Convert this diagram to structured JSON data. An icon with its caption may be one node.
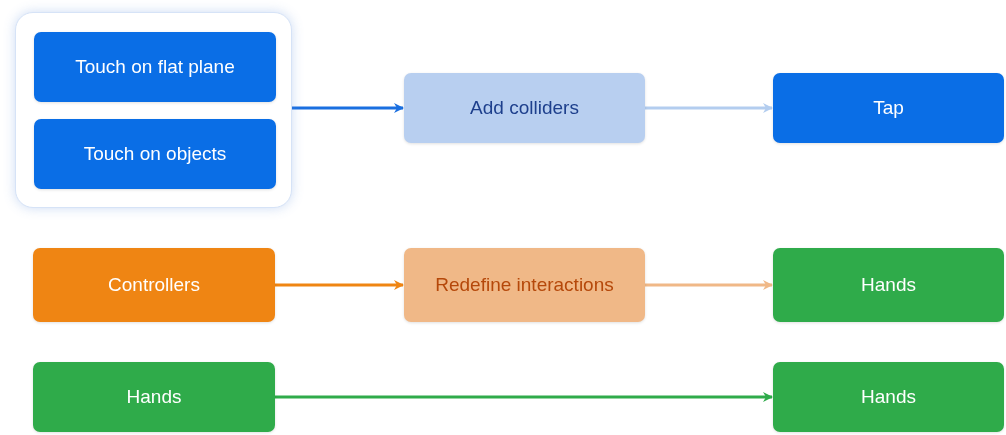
{
  "diagram": {
    "nodes": [
      {
        "text": [],
        "shape": "box"
      },
      {
        "text": [
          "Touch on flat plane"
        ],
        "in": 0
      },
      {
        "text": [
          "Touch on objects"
        ],
        "in": 0
      },
      {
        "text": [
          "Add colliders"
        ]
      },
      {
        "text": [
          "Tap"
        ]
      },
      {
        "text": [
          "Controllers"
        ]
      },
      {
        "text": [
          "Redefine interactions"
        ]
      },
      {
        "text": [
          "Hands"
        ]
      },
      {
        "text": [
          "Hands"
        ]
      },
      {
        "text": [
          "Hands"
        ]
      }
    ],
    "edges": [
      {
        "from": 0,
        "to": 3,
        "arrow": "to",
        "color": "#1a6fe0"
      },
      {
        "from": 3,
        "to": 4,
        "arrow": "to",
        "color": "#b3cdef"
      },
      {
        "from": 5,
        "to": 6,
        "arrow": "to",
        "color": "#ef8513"
      },
      {
        "from": 6,
        "to": 7,
        "arrow": "to",
        "color": "#f0b887"
      },
      {
        "from": 8,
        "to": 9,
        "arrow": "to",
        "color": "#2fab4a"
      }
    ]
  }
}
